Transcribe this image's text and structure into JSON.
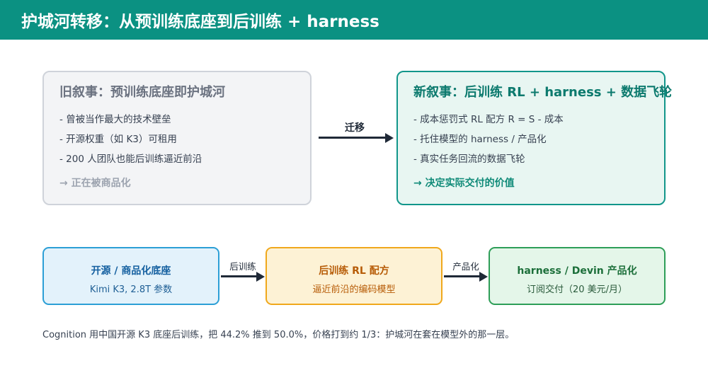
{
  "title": "护城河转移：从预训练底座到后训练 + harness",
  "old_story": {
    "title": "旧叙事：预训练底座即护城河",
    "bullets": [
      "- 曾被当作最大的技术壁垒",
      "- 开源权重（如 K3）可租用",
      "- 200 人团队也能后训练逼近前沿"
    ],
    "conclusion": "→ 正在被商品化"
  },
  "migration_label": "迁移",
  "new_story": {
    "title": "新叙事：后训练 RL + harness + 数据飞轮",
    "bullets": [
      "- 成本惩罚式 RL 配方 R = S - 成本",
      "- 托住模型的 harness / 产品化",
      "- 真实任务回流的数据飞轮"
    ],
    "conclusion": "→ 决定实际交付的价值"
  },
  "flow": {
    "steps": [
      {
        "title": "开源 / 商品化底座",
        "subtitle": "Kimi K3, 2.8T 参数"
      },
      {
        "title": "后训练 RL 配方",
        "subtitle": "逼近前沿的编码模型"
      },
      {
        "title": "harness / Devin 产品化",
        "subtitle": "订阅交付（20 美元/月）"
      }
    ],
    "arrow_labels": [
      "后训练",
      "产品化"
    ]
  },
  "footnote": "Cognition 用中国开源 K3 底座后训练，把 44.2% 推到 50.0%，价格打到约 1/3：护城河在套在模型外的那一层。",
  "colors": {
    "header_bg": "#0b9182",
    "old_border": "#cfd3da",
    "new_border": "#11968a",
    "flow_blue": "#2c9fd6",
    "flow_orange": "#f0a81c",
    "flow_green": "#2e9e58"
  }
}
